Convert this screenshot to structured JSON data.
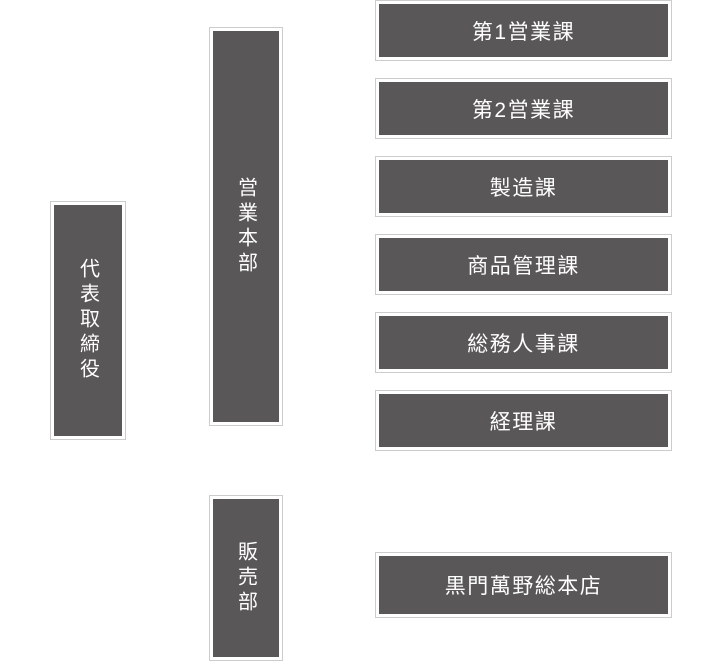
{
  "colors": {
    "page_bg": "#ffffff",
    "box_bg": "#595757",
    "box_text": "#ffffff",
    "box_border": "#cccccc"
  },
  "org": {
    "root": {
      "label": "代表取締役"
    },
    "divisions": [
      {
        "label": "営業本部",
        "children": [
          "第1営業課",
          "第2営業課",
          "製造課",
          "商品管理課",
          "総務人事課",
          "経理課"
        ]
      },
      {
        "label": "販売部",
        "children": [
          "黒門萬野総本店"
        ]
      }
    ]
  }
}
